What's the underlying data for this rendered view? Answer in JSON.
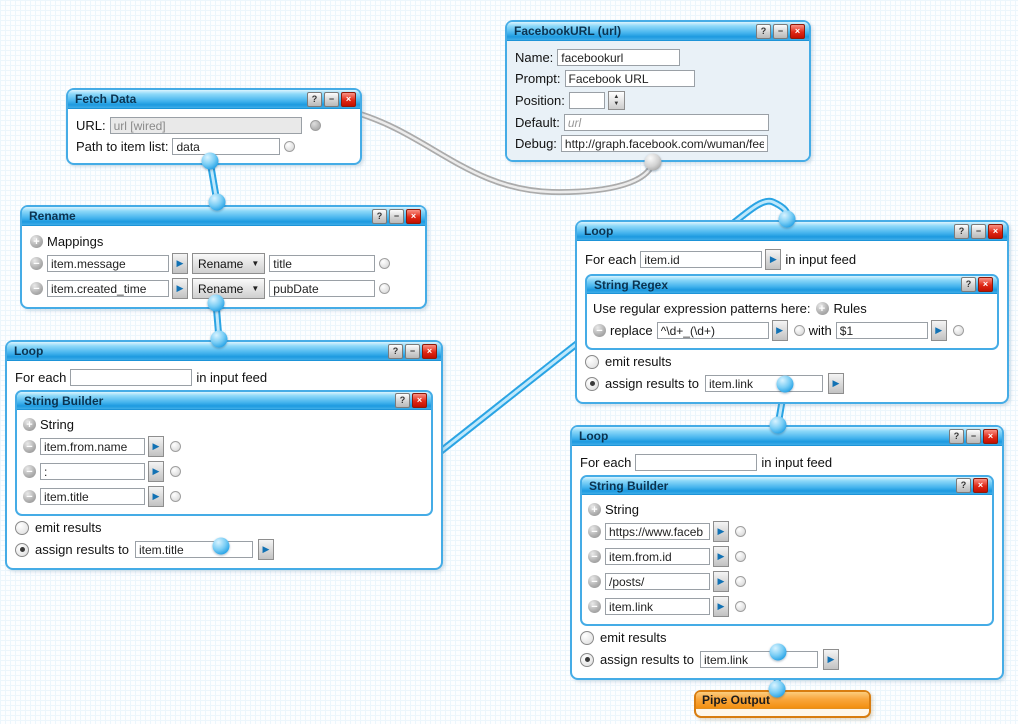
{
  "icons": {
    "help": "?",
    "minimize": "−",
    "close": "×",
    "arrow": "▶",
    "caret": "▼",
    "add": "+",
    "remove": "−",
    "spin_up": "▲",
    "spin_down": "▼"
  },
  "colors": {
    "wire_blue": "#2aa4e4",
    "wire_blue_core": "#bfe8fb",
    "wire_gray": "#ababab",
    "wire_gray_core": "#ececec",
    "header_blue": "#1d9ae0",
    "output_orange": "#f28f10"
  },
  "facebook_url": {
    "title": "FacebookURL (url)",
    "name_label": "Name:",
    "name_value": "facebookurl",
    "prompt_label": "Prompt:",
    "prompt_value": "Facebook URL",
    "position_label": "Position:",
    "position_value": "",
    "default_label": "Default:",
    "default_placeholder": "url",
    "debug_label": "Debug:",
    "debug_value": "http://graph.facebook.com/wuman/fee"
  },
  "fetch_data": {
    "title": "Fetch Data",
    "url_label": "URL:",
    "url_value": "url [wired]",
    "path_label": "Path to item list:",
    "path_value": "data"
  },
  "rename": {
    "title": "Rename",
    "mappings_label": "Mappings",
    "rows": [
      {
        "field": "item.message",
        "op": "Rename",
        "to": "title"
      },
      {
        "field": "item.created_time",
        "op": "Rename",
        "to": "pubDate"
      }
    ]
  },
  "loop1": {
    "title": "Loop",
    "for_each_label": "For each",
    "for_each_value": "",
    "in_feed_label": "in input feed",
    "inner": {
      "title": "String Builder",
      "add_label": "String",
      "rows": [
        "item.from.name",
        ":",
        "item.title"
      ]
    },
    "emit_label": "emit results",
    "emit_selected": false,
    "assign_label": "assign results to",
    "assign_value": "item.title",
    "assign_selected": true
  },
  "loop2": {
    "title": "Loop",
    "for_each_label": "For each",
    "for_each_value": "item.id",
    "in_feed_label": "in input feed",
    "inner": {
      "title": "String Regex",
      "intro_label": "Use regular expression patterns here:",
      "rules_label": "Rules",
      "replace_label": "replace",
      "pattern": "^\\d+_(\\d+)",
      "with_label": "with",
      "with_value": "$1"
    },
    "emit_label": "emit results",
    "emit_selected": false,
    "assign_label": "assign results to",
    "assign_value": "item.link",
    "assign_selected": true
  },
  "loop3": {
    "title": "Loop",
    "for_each_label": "For each",
    "for_each_value": "",
    "in_feed_label": "in input feed",
    "inner": {
      "title": "String Builder",
      "add_label": "String",
      "rows": [
        "https://www.faceb",
        "item.from.id",
        "/posts/",
        "item.link"
      ]
    },
    "emit_label": "emit results",
    "emit_selected": false,
    "assign_label": "assign results to",
    "assign_value": "item.link",
    "assign_selected": true
  },
  "pipe_output": {
    "title": "Pipe Output"
  },
  "connections": [
    {
      "from": "facebookurl.output",
      "to": "fetch_data.url"
    },
    {
      "from": "fetch_data.output",
      "to": "rename.input"
    },
    {
      "from": "rename.output",
      "to": "loop1.input"
    },
    {
      "from": "loop1.output",
      "to": "loop2.input"
    },
    {
      "from": "loop2.output",
      "to": "loop3.input"
    },
    {
      "from": "loop3.output",
      "to": "pipe_output.input"
    }
  ]
}
